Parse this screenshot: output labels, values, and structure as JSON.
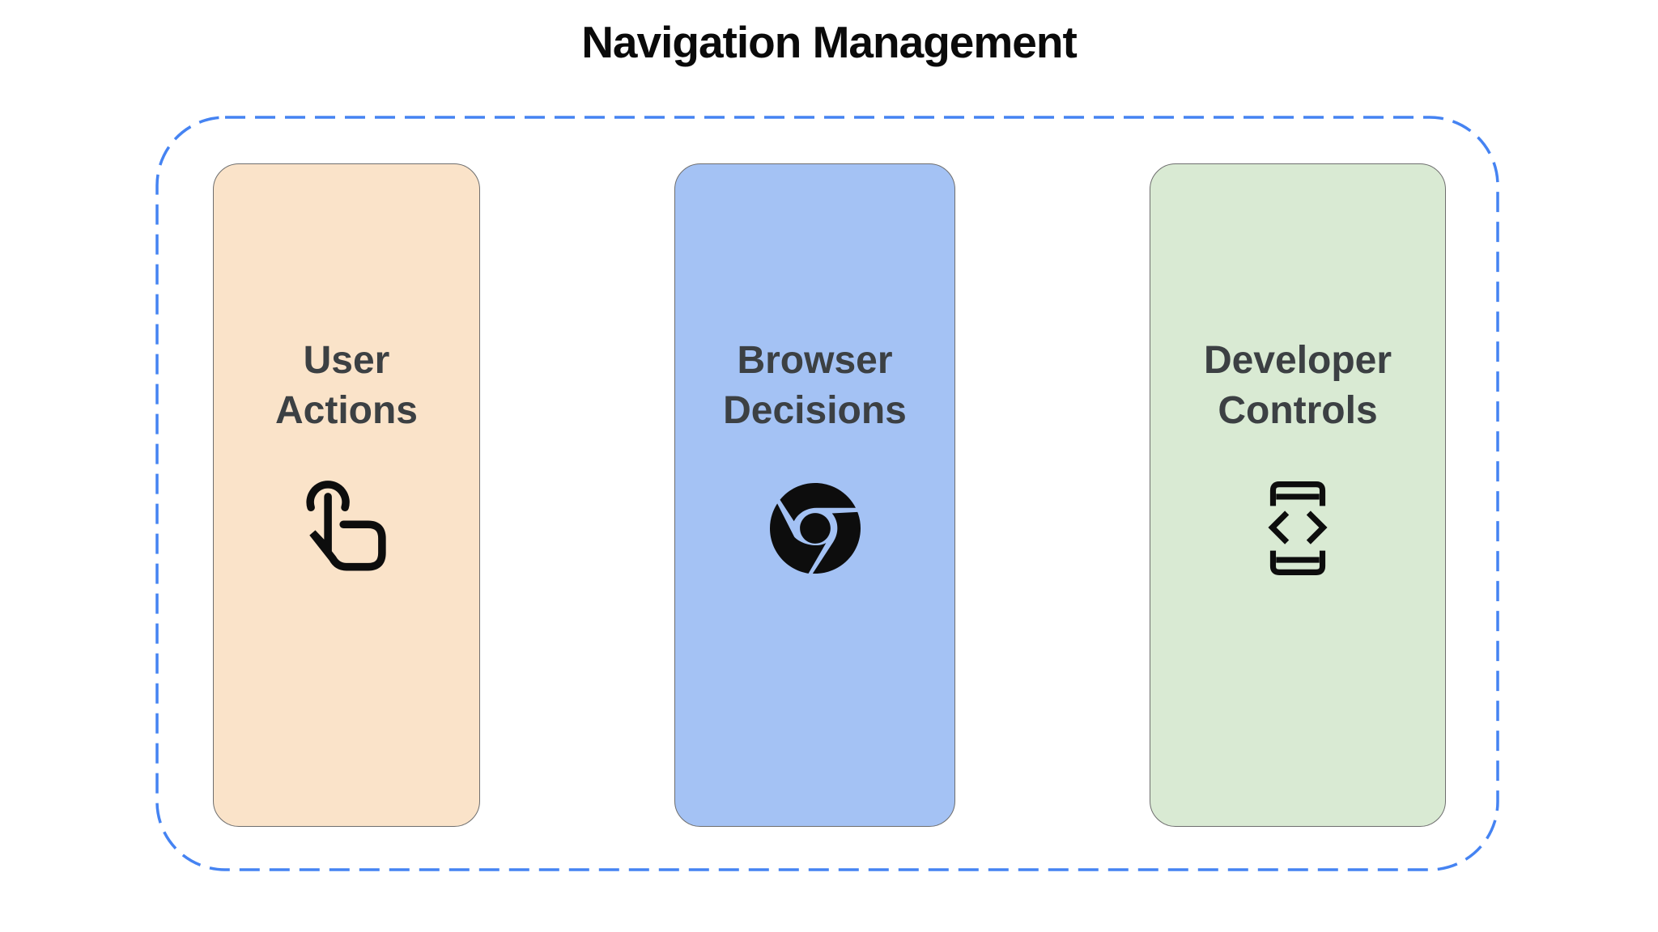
{
  "title": "Navigation Management",
  "frame": {
    "style": "dashed-rounded-border"
  },
  "cards": [
    {
      "label": "User\nActions",
      "icon": "tap-gesture-icon",
      "bg_color": "#FAE3C9"
    },
    {
      "label": "Browser\nDecisions",
      "icon": "chrome-browser-icon",
      "bg_color": "#A4C2F4"
    },
    {
      "label": "Developer\nControls",
      "icon": "developer-mode-icon",
      "bg_color": "#D9EAD3"
    }
  ],
  "colors": {
    "dashed_border": "#4583F2",
    "card_border": "#6E6E6E",
    "label_text": "#3C4043",
    "title_text": "#0A0A0A",
    "icon": "#0D0D0D",
    "background": "#FFFFFF"
  }
}
